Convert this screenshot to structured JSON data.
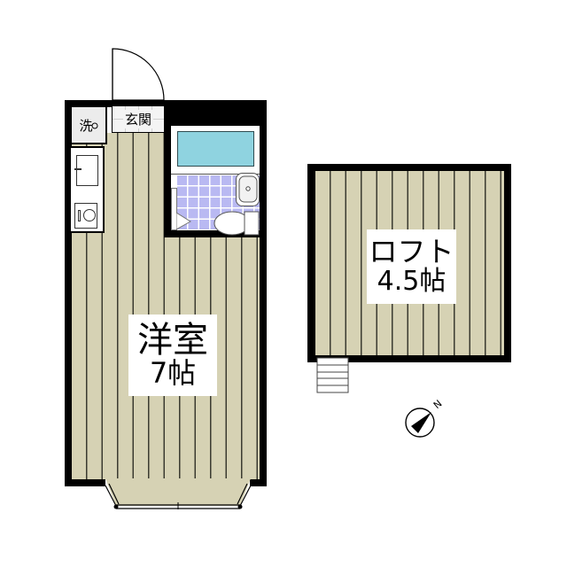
{
  "floorplan": {
    "main_unit": {
      "room_label": "洋室",
      "room_size": "7帖"
    },
    "entrance": {
      "label": "玄関"
    },
    "laundry": {
      "label": "洗"
    },
    "loft": {
      "room_label": "ロフト",
      "room_size": "4.5帖"
    },
    "compass": {
      "north_label": "N"
    }
  },
  "colors": {
    "wall": "#000000",
    "floor": "#d6d2b4",
    "floor_stripe": "#3a3a30",
    "bathtub": "#8fd3e0",
    "bath_tile": "#b9b9f2",
    "entrance_floor": "#f4f4f4"
  }
}
